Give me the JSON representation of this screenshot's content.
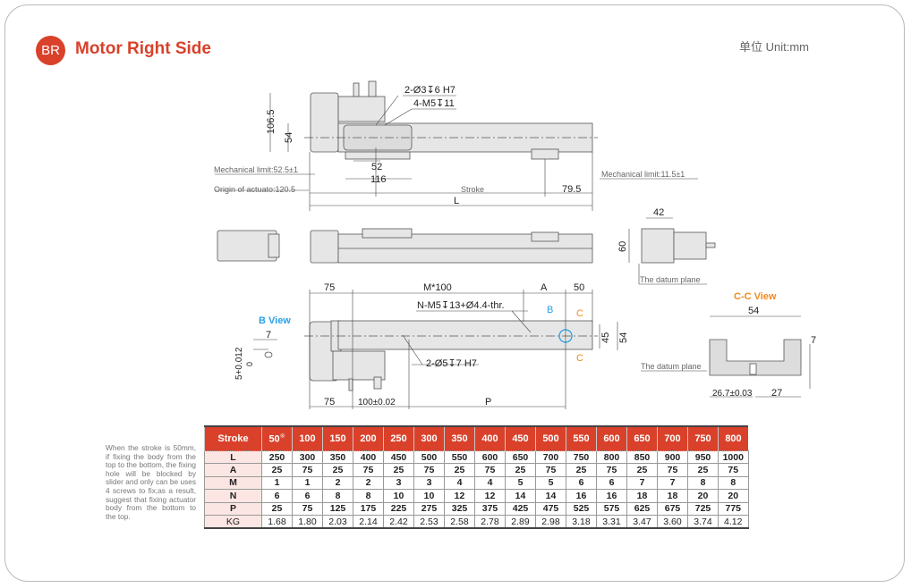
{
  "header": {
    "badge": "BR",
    "title": "Motor Right Side",
    "unit": "单位 Unit:mm"
  },
  "top_view": {
    "hole_note_1": "2-Ø3↧6 H7",
    "hole_note_2": "4-M5↧11",
    "height_total": "106.5",
    "height_body": "54",
    "dim_52": "52",
    "dim_116": "116",
    "mech_limit_left": "Mechanical limit:52.5±1",
    "mech_limit_right": "Mechanical limit:11.5±1",
    "origin": "Origin of actuato:120.5",
    "stroke": "Stroke",
    "dim_79_5": "79.5",
    "length": "L"
  },
  "end_view": {
    "width": "42",
    "height": "60",
    "datum": "The datum plane"
  },
  "bottom_view": {
    "dim_75_top": "75",
    "m_pitch": "M*100",
    "a": "A",
    "dim_50": "50",
    "thread_note": "N-M5↧13+Ø4.4-thr.",
    "b_mark": "B",
    "c_mark_top": "C",
    "c_mark_bottom": "C",
    "dim_45": "45",
    "dim_54": "54",
    "pin_note": "2-Ø5↧7 H7",
    "dim_75_bottom": "75",
    "dim_100": "100±0.02",
    "p": "P"
  },
  "b_view": {
    "title": "B View",
    "width": "7",
    "tol": "5+0.012",
    "tol_low": "0"
  },
  "cc_view": {
    "title": "C-C View",
    "width": "54",
    "height": "7",
    "datum": "The datum plane",
    "dim_26_7": "26.7±0.03",
    "dim_27": "27"
  },
  "note": "When the stroke is 50mm, if fixing the body from the top to the bottom, the fixing hole will be blocked by slider and only can be uses 4 screws to fix;as a result, suggest that fixing actuator body from the bottom to the top.",
  "table": {
    "header": "Stroke",
    "note_mark": "※",
    "strokes": [
      "50",
      "100",
      "150",
      "200",
      "250",
      "300",
      "350",
      "400",
      "450",
      "500",
      "550",
      "600",
      "650",
      "700",
      "750",
      "800"
    ],
    "rows": [
      {
        "label": "L",
        "values": [
          "250",
          "300",
          "350",
          "400",
          "450",
          "500",
          "550",
          "600",
          "650",
          "700",
          "750",
          "800",
          "850",
          "900",
          "950",
          "1000"
        ]
      },
      {
        "label": "A",
        "values": [
          "25",
          "75",
          "25",
          "75",
          "25",
          "75",
          "25",
          "75",
          "25",
          "75",
          "25",
          "75",
          "25",
          "75",
          "25",
          "75"
        ]
      },
      {
        "label": "M",
        "values": [
          "1",
          "1",
          "2",
          "2",
          "3",
          "3",
          "4",
          "4",
          "5",
          "5",
          "6",
          "6",
          "7",
          "7",
          "8",
          "8"
        ]
      },
      {
        "label": "N",
        "values": [
          "6",
          "6",
          "8",
          "8",
          "10",
          "10",
          "12",
          "12",
          "14",
          "14",
          "16",
          "16",
          "18",
          "18",
          "20",
          "20"
        ]
      },
      {
        "label": "P",
        "values": [
          "25",
          "75",
          "125",
          "175",
          "225",
          "275",
          "325",
          "375",
          "425",
          "475",
          "525",
          "575",
          "625",
          "675",
          "725",
          "775"
        ]
      },
      {
        "label": "KG",
        "values": [
          "1.68",
          "1.80",
          "2.03",
          "2.14",
          "2.42",
          "2.53",
          "2.58",
          "2.78",
          "2.89",
          "2.98",
          "3.18",
          "3.31",
          "3.47",
          "3.60",
          "3.74",
          "4.12"
        ]
      }
    ]
  },
  "colors": {
    "brand": "#d9412b",
    "blue": "#2aa0e6",
    "orange": "#f08a1c"
  }
}
